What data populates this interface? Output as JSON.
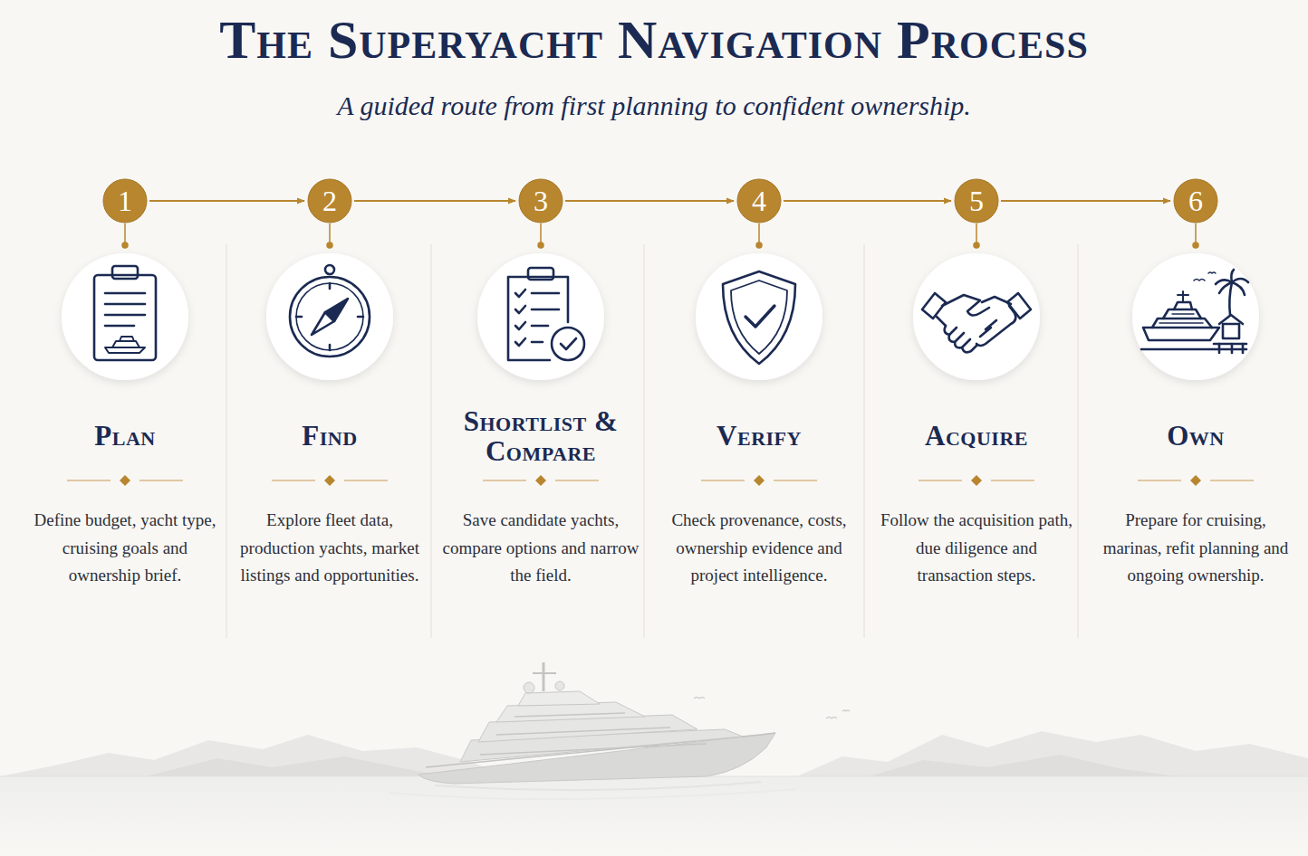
{
  "diagram": {
    "title": "The Superyacht Navigation Process",
    "caption": "A guided route from first planning to confident ownership.",
    "nodes": [
      {
        "text": [
          "1"
        ]
      },
      {
        "text": [
          "2"
        ]
      },
      {
        "text": [
          "3"
        ]
      },
      {
        "text": [
          "4"
        ]
      },
      {
        "text": [
          "5"
        ]
      },
      {
        "text": [
          "6"
        ]
      },
      {
        "text": [
          "Plan",
          "Define budget, yacht type, cruising goals and ownership brief."
        ]
      },
      {
        "text": [
          "Find",
          "Explore fleet data, production yachts, market listings and opportunities."
        ]
      },
      {
        "text": [
          "Shortlist & Compare",
          "Save candidate yachts, compare options and narrow the field."
        ]
      },
      {
        "text": [
          "Verify",
          "Check provenance, costs, ownership evidence and project intelligence."
        ]
      },
      {
        "text": [
          "Acquire",
          "Follow the acquisition path, due diligence and transaction steps."
        ]
      },
      {
        "text": [
          "Own",
          "Prepare for cruising, marinas, refit planning and ongoing ownership."
        ]
      }
    ],
    "edges": [
      {
        "from": 0,
        "to": 1,
        "arrow": "to"
      },
      {
        "from": 1,
        "to": 2,
        "arrow": "to"
      },
      {
        "from": 2,
        "to": 3,
        "arrow": "to"
      },
      {
        "from": 3,
        "to": 4,
        "arrow": "to"
      },
      {
        "from": 4,
        "to": 5,
        "arrow": "to"
      }
    ]
  }
}
